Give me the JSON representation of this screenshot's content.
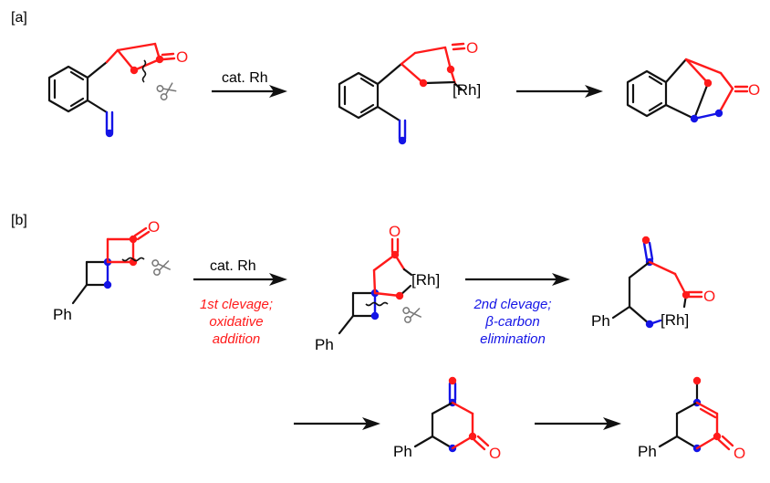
{
  "panel_a": {
    "tag": "[a]",
    "reagent": "cat. Rh",
    "carbonyl_o": "O",
    "metal": "[Rh]"
  },
  "panel_b": {
    "tag": "[b]",
    "reagent": "cat. Rh",
    "substituent": "Ph",
    "carbonyl_o": "O",
    "metal": "[Rh]",
    "step1_line1": "1st clevage;",
    "step1_line2": "oxidative",
    "step1_line3": "addition",
    "step2_line1": "2nd clevage;",
    "step2_line2": "β-carbon",
    "step2_line3": "elimination"
  },
  "colors": {
    "red": "#ff1a1a",
    "blue": "#1414e6",
    "bond": "#111111",
    "scissors": "#777777"
  },
  "icons": [
    "scissors-icon",
    "cleavage-mark-icon",
    "reaction-arrow-icon"
  ]
}
